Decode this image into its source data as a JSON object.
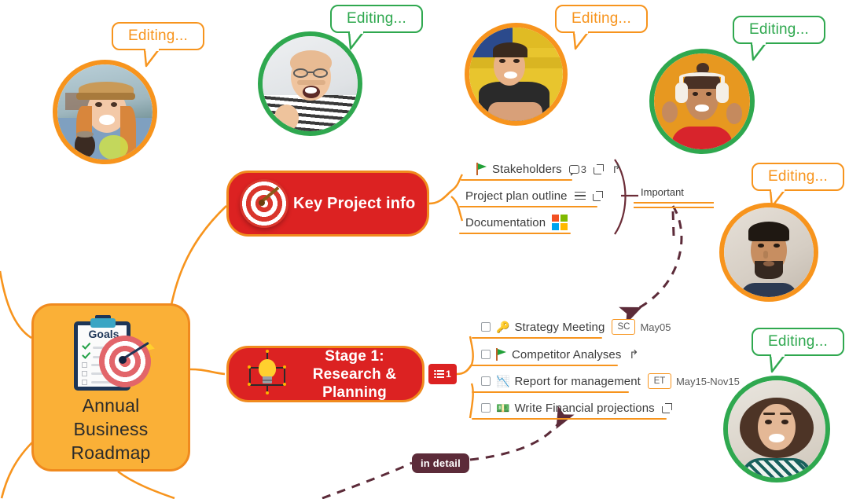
{
  "root": {
    "label": "Annual\nBusiness\nRoadmap",
    "line1": "Annual",
    "line2": "Business",
    "line3": "Roadmap",
    "clipboard_title": "Goals",
    "icon": "clipboard-target-icon",
    "fill_color": "#FAB037",
    "border_color": "#F08A1E"
  },
  "branches": [
    {
      "id": "key-project-info",
      "title": "Key Project info",
      "icon": "target-dartboard-icon",
      "fill_color": "#DC2222",
      "border_color": "#F08A1E"
    },
    {
      "id": "stage-1",
      "title": "Stage 1:\nResearch &\nPlanning",
      "line1": "Stage 1:",
      "line2": "Research &",
      "line3": "Planning",
      "icon": "lightbulb-network-icon",
      "fill_color": "#DC2222",
      "border_color": "#F08A1E",
      "badge_count": "1",
      "badge_icon": "task-list-icon"
    }
  ],
  "key_project_leaves": [
    {
      "label": "Stakeholders",
      "icon": "green-flag-icon",
      "comment_count": "3",
      "has_comment_icon": true,
      "has_external_link": true,
      "has_undo_icon": true,
      "has_menu_icon": false,
      "has_microsoft_icon": false
    },
    {
      "label": "Project plan outline",
      "icon": "none",
      "comment_count": "",
      "has_comment_icon": false,
      "has_external_link": true,
      "has_undo_icon": false,
      "has_menu_icon": true,
      "has_microsoft_icon": false
    },
    {
      "label": "Documentation",
      "icon": "none",
      "comment_count": "",
      "has_comment_icon": false,
      "has_external_link": false,
      "has_undo_icon": false,
      "has_menu_icon": false,
      "has_microsoft_icon": true
    }
  ],
  "stage1_tasks": [
    {
      "label": "Strategy Meeting",
      "emoji": "🔑",
      "icon_name": "key-icon",
      "checked": false,
      "assignee": "SC",
      "date": "May05",
      "has_external_link": false,
      "has_undo_icon": false,
      "has_flag": false
    },
    {
      "label": "Competitor Analyses",
      "emoji": "",
      "icon_name": "green-flag-icon",
      "checked": false,
      "assignee": "",
      "date": "",
      "has_external_link": false,
      "has_undo_icon": true,
      "has_flag": true
    },
    {
      "label": "Report for management",
      "emoji": "📉",
      "icon_name": "chart-decreasing-icon",
      "checked": false,
      "assignee": "ET",
      "date": "May15-Nov15",
      "has_external_link": false,
      "has_undo_icon": false,
      "has_flag": false
    },
    {
      "label": "Write Financial projections",
      "emoji": "💵",
      "icon_name": "money-icon",
      "checked": false,
      "assignee": "",
      "date": "",
      "has_external_link": true,
      "has_undo_icon": false,
      "has_flag": false
    }
  ],
  "annotations": [
    {
      "id": "important",
      "label": "Important",
      "style": "plain-text-with-orange-underline"
    },
    {
      "id": "in-detail",
      "label": "in detail",
      "style": "dark-maroon-pill",
      "fill_color": "#5C2B39"
    }
  ],
  "collaborators": [
    {
      "id": "collab-1",
      "status_label": "Editing...",
      "ring_color": "#F7941D",
      "bubble_color": "#F7941D",
      "avatar": "woman-hat-coffee"
    },
    {
      "id": "collab-2",
      "status_label": "Editing...",
      "ring_color": "#2FA84F",
      "bubble_color": "#2FA84F",
      "avatar": "man-glasses-striped"
    },
    {
      "id": "collab-3",
      "status_label": "Editing...",
      "ring_color": "#F7941D",
      "bubble_color": "#F7941D",
      "avatar": "man-yellow-wall"
    },
    {
      "id": "collab-4",
      "status_label": "Editing...",
      "ring_color": "#2FA84F",
      "bubble_color": "#2FA84F",
      "avatar": "woman-headphones"
    },
    {
      "id": "collab-5",
      "status_label": "Editing...",
      "ring_color": "#F7941D",
      "bubble_color": "#F7941D",
      "avatar": "man-beard"
    },
    {
      "id": "collab-6",
      "status_label": "Editing...",
      "ring_color": "#2FA84F",
      "bubble_color": "#2FA84F",
      "avatar": "woman-curly-hair"
    }
  ],
  "colors": {
    "connector": "#F7941D",
    "dashed_arrow": "#5C2B39",
    "node_red": "#DC2222",
    "node_orange": "#FAB037",
    "accent_orange": "#F7941D",
    "accent_green": "#2FA84F"
  }
}
